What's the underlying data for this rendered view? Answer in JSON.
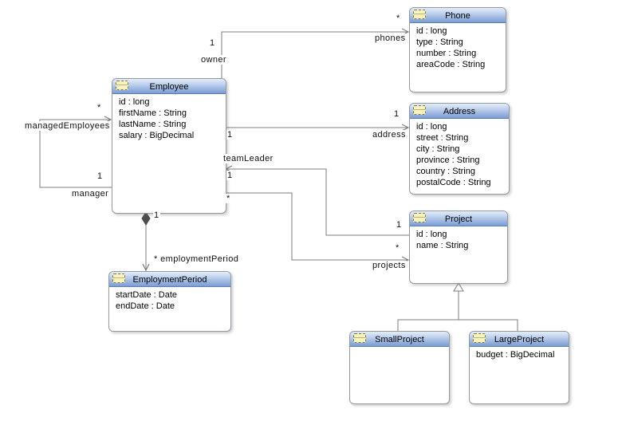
{
  "diagram": {
    "classes": {
      "phone": {
        "title": "Phone",
        "attributes": [
          "id : long",
          "type : String",
          "number : String",
          "areaCode : String"
        ]
      },
      "employee": {
        "title": "Employee",
        "attributes": [
          "id : long",
          "firstName : String",
          "lastName : String",
          "salary : BigDecimal"
        ]
      },
      "address": {
        "title": "Address",
        "attributes": [
          "id : long",
          "street : String",
          "city : String",
          "province : String",
          "country : String",
          "postalCode : String"
        ]
      },
      "project": {
        "title": "Project",
        "attributes": [
          "id : long",
          "name : String"
        ]
      },
      "employment_period": {
        "title": "EmploymentPeriod",
        "attributes": [
          "startDate : Date",
          "endDate : Date"
        ]
      },
      "small_project": {
        "title": "SmallProject",
        "attributes": []
      },
      "large_project": {
        "title": "LargeProject",
        "attributes": [
          "budget : BigDecimal"
        ]
      }
    },
    "connectors": {
      "phones": {
        "source_mult": "1",
        "source_role": "owner",
        "target_mult": "*",
        "target_role": "phones"
      },
      "managed_employees": {
        "source_mult": "1",
        "source_role": "manager",
        "target_mult": "*",
        "target_role": "managedEmployees"
      },
      "address": {
        "source_mult": "1",
        "target_mult": "1",
        "target_role": "address"
      },
      "team_leader": {
        "source_mult": "1",
        "target_mult": "1",
        "target_role": "teamLeader"
      },
      "projects": {
        "source_mult": "*",
        "target_mult": "*",
        "target_role": "projects"
      },
      "employment_period": {
        "source_mult": "1",
        "target_label": "* employmentPeriod"
      }
    },
    "colors": {
      "header_top": "#c6d7f0",
      "header_bottom": "#7b9cd3",
      "line": "#7d7d7d",
      "border": "#949aa3"
    }
  }
}
